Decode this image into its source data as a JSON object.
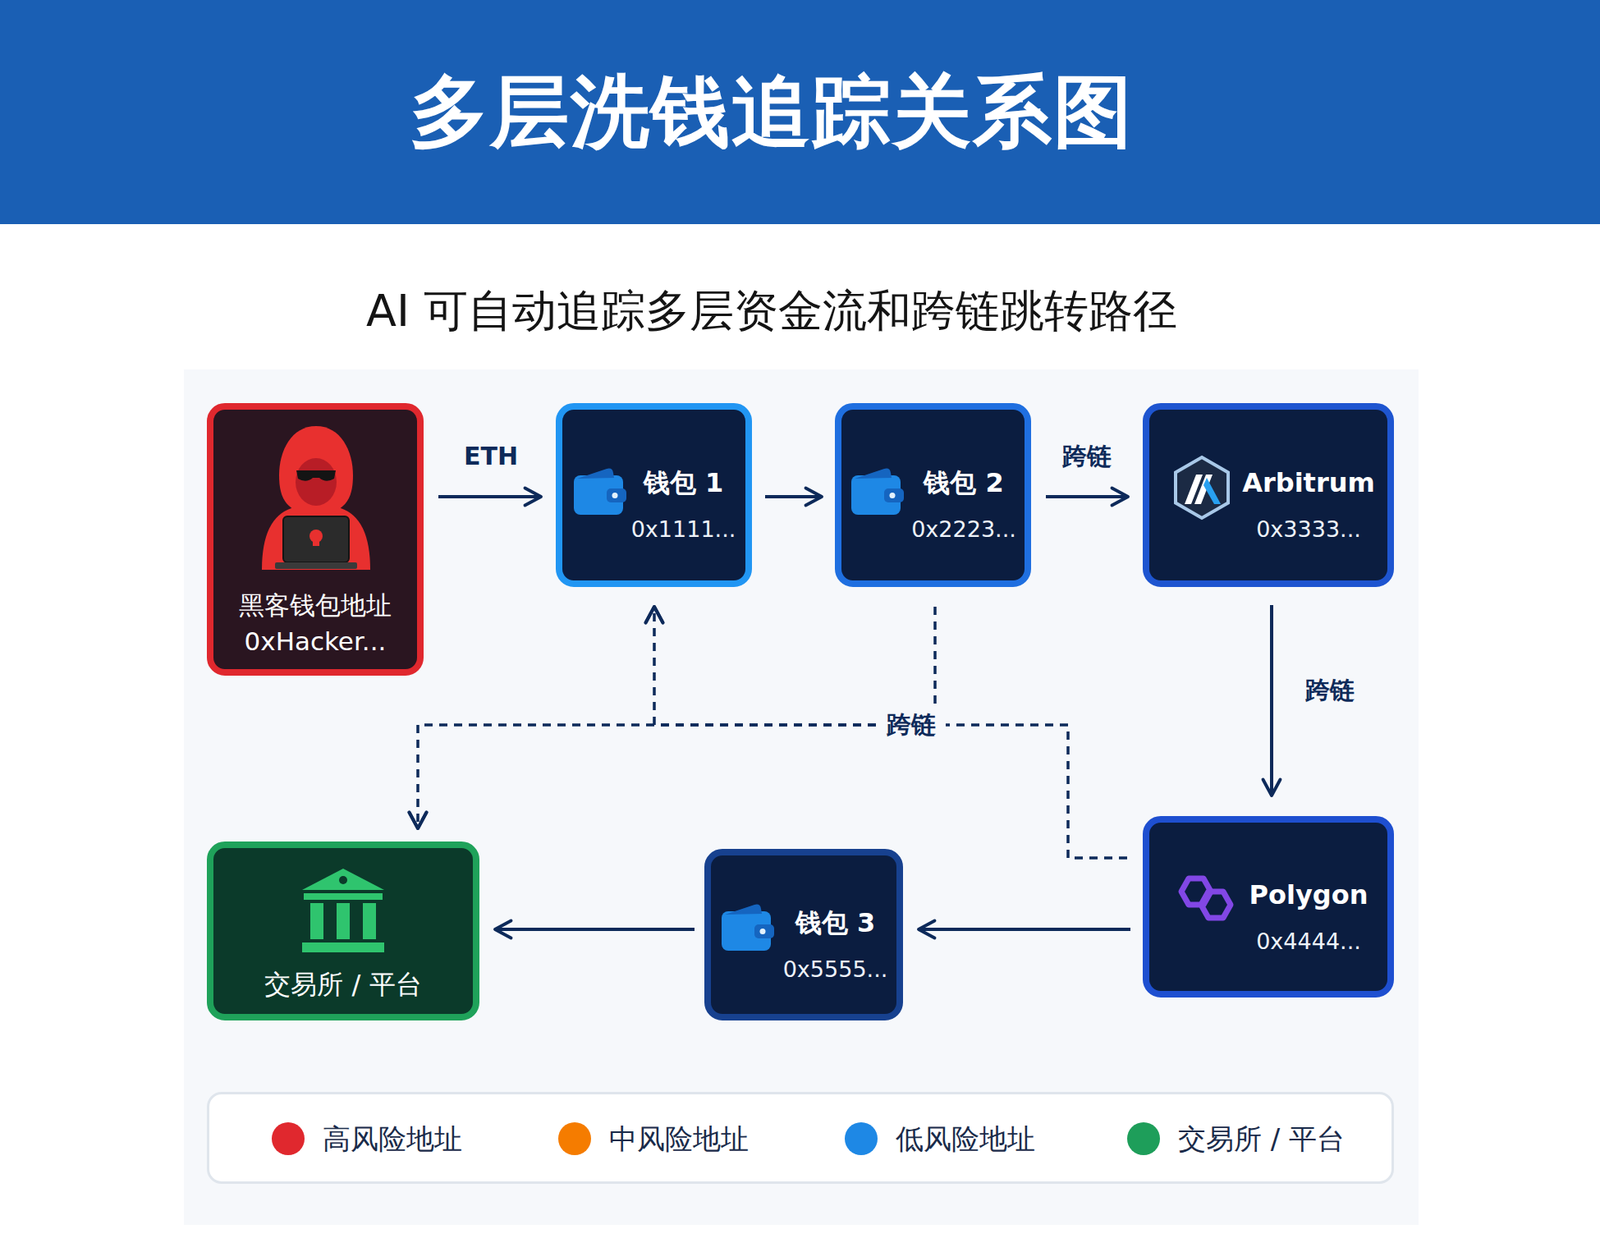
{
  "diagram": {
    "title": "多层洗钱追踪关系图",
    "nodes": [
      {
        "text": [
          "黑客钱包地址",
          "0xHacker..."
        ]
      },
      {
        "text": [
          "钱包 1",
          "0x1111..."
        ]
      },
      {
        "text": [
          "钱包 2",
          "0x2223..."
        ]
      },
      {
        "text": [
          "Arbitrum",
          "0x3333..."
        ]
      },
      {
        "text": [
          "Polygon",
          "0x4444..."
        ]
      },
      {
        "text": [
          "钱包 3",
          "0x5555..."
        ]
      },
      {
        "text": [
          "交易所 / 平台"
        ]
      }
    ],
    "edges": [
      {
        "from": 0,
        "to": 1,
        "arrow": "to",
        "label": "ETH"
      },
      {
        "from": 1,
        "to": 2,
        "arrow": "to"
      },
      {
        "from": 2,
        "to": 3,
        "arrow": "to",
        "label": "跨链"
      },
      {
        "from": 3,
        "to": 4,
        "arrow": "to",
        "label": "跨链"
      },
      {
        "from": 4,
        "to": 5,
        "arrow": "to"
      },
      {
        "from": 5,
        "to": 6,
        "arrow": "to"
      },
      {
        "from": 2,
        "to": 1,
        "arrow": "to",
        "label": "跨链"
      },
      {
        "from": 2,
        "to": 6,
        "arrow": "to"
      },
      {
        "from": 4,
        "to": 1,
        "arrow": "to"
      },
      {
        "from": 4,
        "to": 6,
        "arrow": "to"
      }
    ],
    "labels": [
      "AI 可自动追踪多层资金流和跨链跳转路径"
    ],
    "legend": [
      {
        "text": "高风险地址",
        "color": "#e0282e"
      },
      {
        "text": "中风险地址",
        "color": "#f57c00"
      },
      {
        "text": "低风险地址",
        "color": "#1e88e5"
      },
      {
        "text": "交易所 / 平台",
        "color": "#1e9e5a"
      }
    ]
  }
}
